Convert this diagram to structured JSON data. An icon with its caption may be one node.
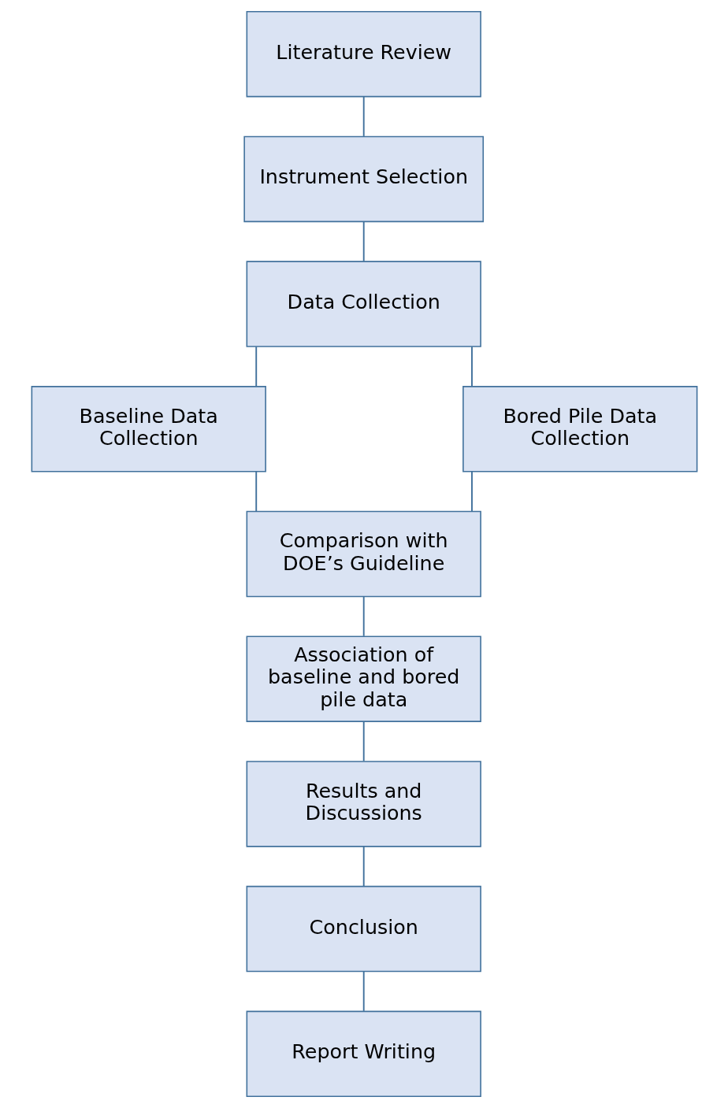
{
  "diagram": {
    "nodes": [
      {
        "text": [
          "Literature Review"
        ]
      },
      {
        "text": [
          "Instrument Selection"
        ]
      },
      {
        "text": [
          "Data Collection"
        ]
      },
      {
        "text": [
          "Baseline Data Collection"
        ]
      },
      {
        "text": [
          "Bored Pile Data Collection"
        ]
      },
      {
        "text": [
          "Comparison with DOE’s Guideline"
        ]
      },
      {
        "text": [
          "Association of baseline and bored pile data"
        ]
      },
      {
        "text": [
          "Results and Discussions"
        ]
      },
      {
        "text": [
          "Conclusion"
        ]
      },
      {
        "text": [
          "Report Writing"
        ]
      }
    ],
    "edges": [
      {
        "from": 0,
        "to": 1,
        "arrow": "none"
      },
      {
        "from": 1,
        "to": 2,
        "arrow": "none"
      },
      {
        "from": 2,
        "to": 3,
        "arrow": "none"
      },
      {
        "from": 2,
        "to": 4,
        "arrow": "none"
      },
      {
        "from": 3,
        "to": 5,
        "arrow": "none"
      },
      {
        "from": 4,
        "to": 5,
        "arrow": "none"
      },
      {
        "from": 5,
        "to": 6,
        "arrow": "none"
      },
      {
        "from": 6,
        "to": 7,
        "arrow": "none"
      },
      {
        "from": 7,
        "to": 8,
        "arrow": "none"
      },
      {
        "from": 8,
        "to": 9,
        "arrow": "none"
      }
    ]
  }
}
